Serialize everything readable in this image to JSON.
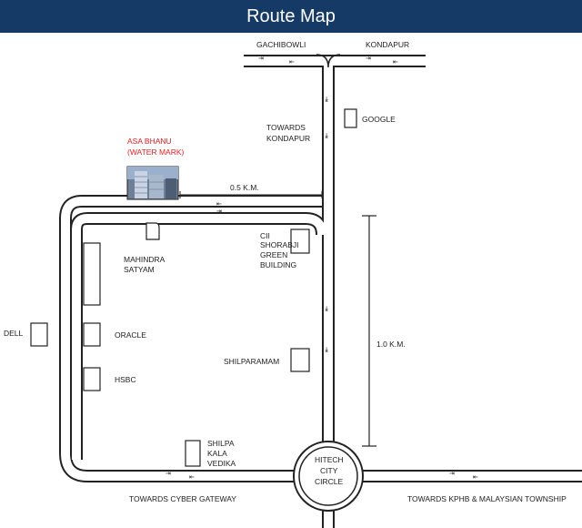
{
  "title": "Route Map",
  "labels": {
    "gachibowli": "GACHIBOWLI",
    "kondapur": "KONDAPUR",
    "towards_kondapur": [
      "TOWARDS",
      "KONDAPUR"
    ],
    "google": "GOOGLE",
    "asa_bhanu": [
      "ASA BHANU",
      "(WATER MARK)"
    ],
    "distance_short": "0.5 K.M.",
    "distance_long": "1.0 K.M.",
    "cii": [
      "CII",
      "SHORABJI",
      "GREEN",
      "BUILDING"
    ],
    "mahindra": [
      "MAHINDRA",
      "SATYAM"
    ],
    "dell": "DELL",
    "oracle": "ORACLE",
    "hsbc": "HSBC",
    "shilparamam": "SHILPARAMAM",
    "shilpa": [
      "SHILPA",
      "KALA",
      "VEDIKA"
    ],
    "hitech": [
      "HITECH",
      "CITY",
      "CIRCLE"
    ],
    "towards_cyber": "TOWARDS CYBER GATEWAY",
    "towards_kphb": "TOWARDS KPHB & MALAYSIAN TOWNSHIP"
  },
  "colors": {
    "header": "#163a66",
    "highlight": "#e02020",
    "road": "#222222"
  }
}
